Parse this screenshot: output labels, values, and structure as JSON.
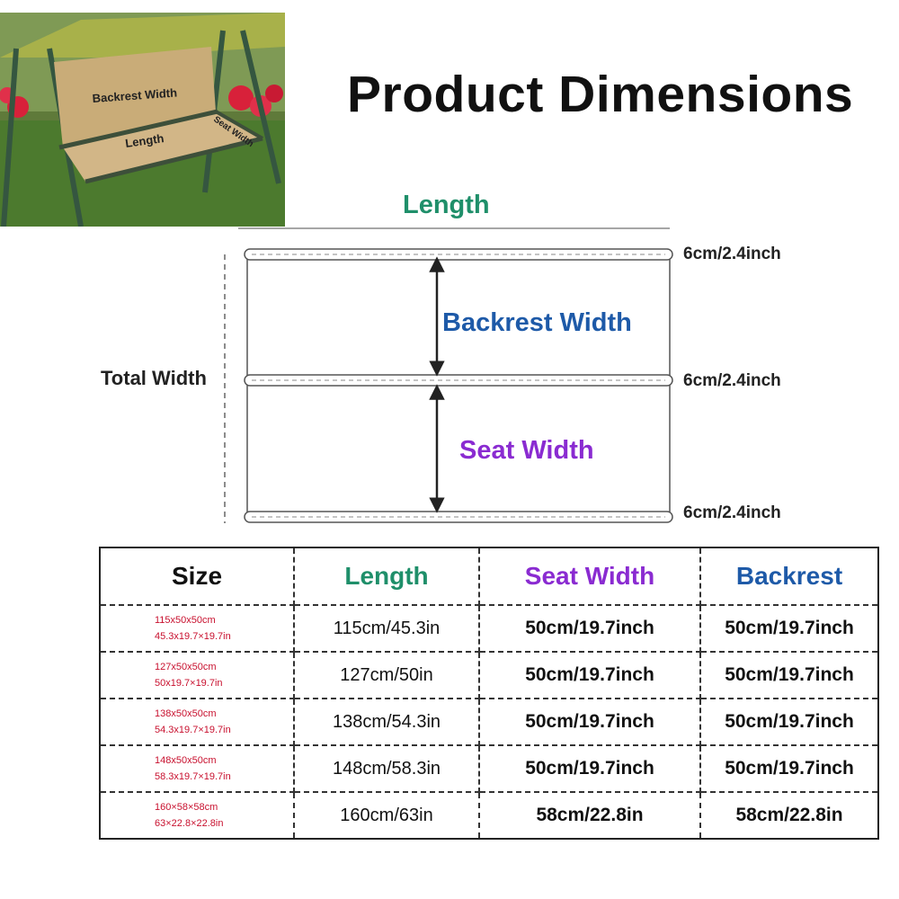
{
  "title": "Product Dimensions",
  "photo": {
    "labels": {
      "backrest": "Backrest Width",
      "length": "Length",
      "seat": "Seat Width"
    }
  },
  "diagram": {
    "length_label": "Length",
    "backrest_label": "Backrest Width",
    "seat_label": "Seat Width",
    "total_label": "Total Width",
    "hem_labels": [
      "6cm/2.4inch",
      "6cm/2.4inch",
      "6cm/2.4inch"
    ],
    "colors": {
      "length": "#1f8f6a",
      "backrest": "#1e5aa8",
      "seat": "#8a2bd1",
      "size_text": "#c8102e"
    }
  },
  "table": {
    "headers": [
      "Size",
      "Length",
      "Seat Width",
      "Backrest"
    ],
    "rows": [
      {
        "size_cm": "115x50x50cm",
        "size_in": "45.3x19.7×19.7in",
        "length": "115cm/45.3in",
        "seat": "50cm/19.7inch",
        "backrest": "50cm/19.7inch"
      },
      {
        "size_cm": "127x50x50cm",
        "size_in": "50x19.7×19.7in",
        "length": "127cm/50in",
        "seat": "50cm/19.7inch",
        "backrest": "50cm/19.7inch"
      },
      {
        "size_cm": "138x50x50cm",
        "size_in": "54.3x19.7×19.7in",
        "length": "138cm/54.3in",
        "seat": "50cm/19.7inch",
        "backrest": "50cm/19.7inch"
      },
      {
        "size_cm": "148x50x50cm",
        "size_in": "58.3x19.7×19.7in",
        "length": "148cm/58.3in",
        "seat": "50cm/19.7inch",
        "backrest": "50cm/19.7inch"
      },
      {
        "size_cm": "160×58×58cm",
        "size_in": "63×22.8×22.8in",
        "length": "160cm/63in",
        "seat": "58cm/22.8in",
        "backrest": "58cm/22.8in"
      }
    ]
  }
}
